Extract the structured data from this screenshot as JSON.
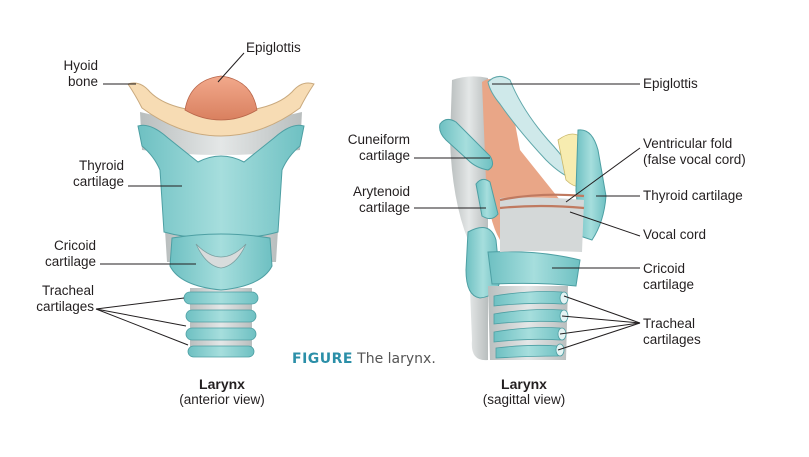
{
  "anterior": {
    "labels": {
      "hyoid_1": "Hyoid",
      "hyoid_2": "bone",
      "epiglottis": "Epiglottis",
      "thyroid_1": "Thyroid",
      "thyroid_2": "cartilage",
      "cricoid_1": "Cricoid",
      "cricoid_2": "cartilage",
      "tracheal_1": "Tracheal",
      "tracheal_2": "cartilages"
    },
    "title": "Larynx",
    "subtitle": "(anterior view)"
  },
  "sagittal": {
    "labels": {
      "epiglottis": "Epiglottis",
      "cuneiform_1": "Cuneiform",
      "cuneiform_2": "cartilage",
      "arytenoid_1": "Arytenoid",
      "arytenoid_2": "cartilage",
      "ventricular_1": "Ventricular fold",
      "ventricular_2": "(false vocal cord)",
      "thyroid": "Thyroid cartilage",
      "vocal_cord": "Vocal cord",
      "cricoid_1": "Cricoid",
      "cricoid_2": "cartilage",
      "tracheal_1": "Tracheal",
      "tracheal_2": "cartilages"
    },
    "title": "Larynx",
    "subtitle": "(sagittal view)"
  },
  "caption": {
    "figure_word": "FIGURE",
    "text": "The larynx."
  },
  "colors": {
    "cartilage": "#8fd3d3",
    "cartilage_dark": "#5fb5b8",
    "bone": "#f7dcb4",
    "epiglottis": "#e7977a",
    "membrane": "#cfd3d3",
    "fat": "#f7ecb0",
    "accent": "#2b8fa8"
  }
}
